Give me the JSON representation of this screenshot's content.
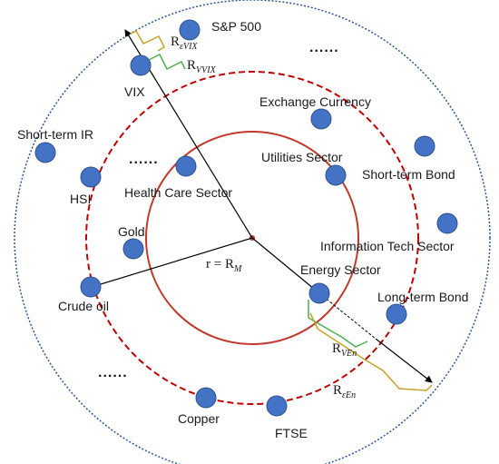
{
  "colors": {
    "node_fill": "#4472c4",
    "node_stroke": "#2f528f",
    "outer_circle": "#2f5597",
    "middle_circle": "#c00000",
    "inner_circle": "#c0392b",
    "center_point": "#c0392b",
    "bracket_orange": "#c9a227",
    "bracket_green": "#4caf50",
    "arrow": "#000000"
  },
  "labels": {
    "sp500": "S&P 500",
    "vix": "VIX",
    "exchange_currency": "Exchange Currency",
    "short_term_ir": "Short-term IR",
    "utilities_sector": "Utilities Sector",
    "short_term_bond": "Short-term Bond",
    "hsi": "HSI",
    "health_care_sector": "Health Care Sector",
    "gold": "Gold",
    "information_tech_sector": "Information Tech Sector",
    "energy_sector": "Energy Sector",
    "crude_oil": "Crude oil",
    "long_term_bond": "Long-term Bond",
    "copper": "Copper",
    "ftse": "FTSE",
    "ellipsis": "......"
  },
  "math": {
    "r_base": "R",
    "r_eps_vix_sub": "εVIX",
    "r_v_vix_sub": "VVIX",
    "radius_eq": "r = R",
    "radius_sub": "M",
    "r_v_en_sub": "VEn",
    "r_eps_en_sub": "εEn"
  }
}
